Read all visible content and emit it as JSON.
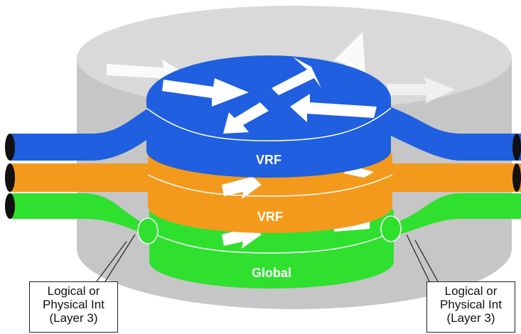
{
  "colors": {
    "router_body": "#c9c9c9",
    "router_shadow": "#b4b4b4",
    "vrf_blue": "#1f5fe0",
    "vrf_orange": "#f39a1c",
    "global_green": "#2fe02f",
    "arrow": "#ffffff"
  },
  "layers": [
    {
      "id": "blue",
      "label": "VRF",
      "color": "#1f5fe0"
    },
    {
      "id": "orange",
      "label": "VRF",
      "color": "#f39a1c"
    },
    {
      "id": "green",
      "label": "Global",
      "color": "#2fe02f"
    }
  ],
  "callouts": {
    "left": {
      "line1": "Logical or",
      "line2": "Physical Int",
      "line3": "(Layer 3)"
    },
    "right": {
      "line1": "Logical or",
      "line2": "Physical Int",
      "line3": "(Layer 3)"
    }
  }
}
